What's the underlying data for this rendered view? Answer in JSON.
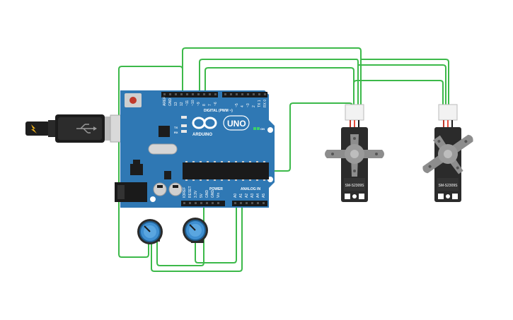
{
  "board": {
    "brand": "ARDUINO",
    "model": "UNO",
    "on_label": "ON",
    "tx_label": "TX",
    "rx_label": "RX",
    "digital_label": "DIGITAL (PWM ~)",
    "power_label": "POWER",
    "analog_label": "ANALOG IN",
    "top_pins": [
      "AREF",
      "GND",
      "13",
      "12",
      "~11",
      "~10",
      "~9",
      "8",
      "7",
      "~6",
      "~5",
      "4",
      "~3",
      "2",
      "TX 1",
      "RX 0"
    ],
    "power_pins": [
      "IOREF",
      "RESET",
      "3.3V",
      "5V",
      "GND",
      "GND",
      "Vin"
    ],
    "analog_pins": [
      "A0",
      "A1",
      "A2",
      "A3",
      "A4",
      "A5"
    ],
    "color": "#2f78b4"
  },
  "servos": [
    {
      "label": "SM-S2309S"
    },
    {
      "label": "SM-S2309S"
    }
  ],
  "colors": {
    "wire": "#3cb94a",
    "servo_body": "#2b2b2b",
    "horn": "#8d8d8d",
    "pot_knob": "#2f78b4"
  }
}
